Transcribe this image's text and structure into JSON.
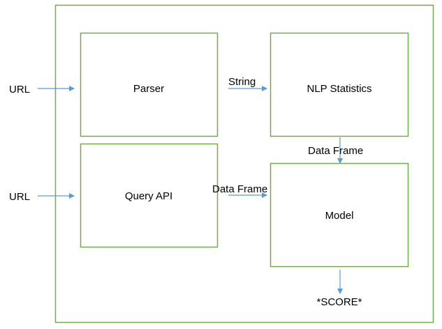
{
  "colors": {
    "box_border": "#70ad47",
    "arrow": "#5b9bd5",
    "text": "#1a1a1a"
  },
  "nodes": {
    "parser": "Parser",
    "nlp": "NLP Statistics",
    "query_api": "Query API",
    "model": "Model"
  },
  "inputs": {
    "parser_input": "URL",
    "query_input": "URL"
  },
  "edges": {
    "parser_to_nlp": "String",
    "nlp_to_model": "Data Frame",
    "query_to_model": "Data Frame"
  },
  "output": "*SCORE*"
}
